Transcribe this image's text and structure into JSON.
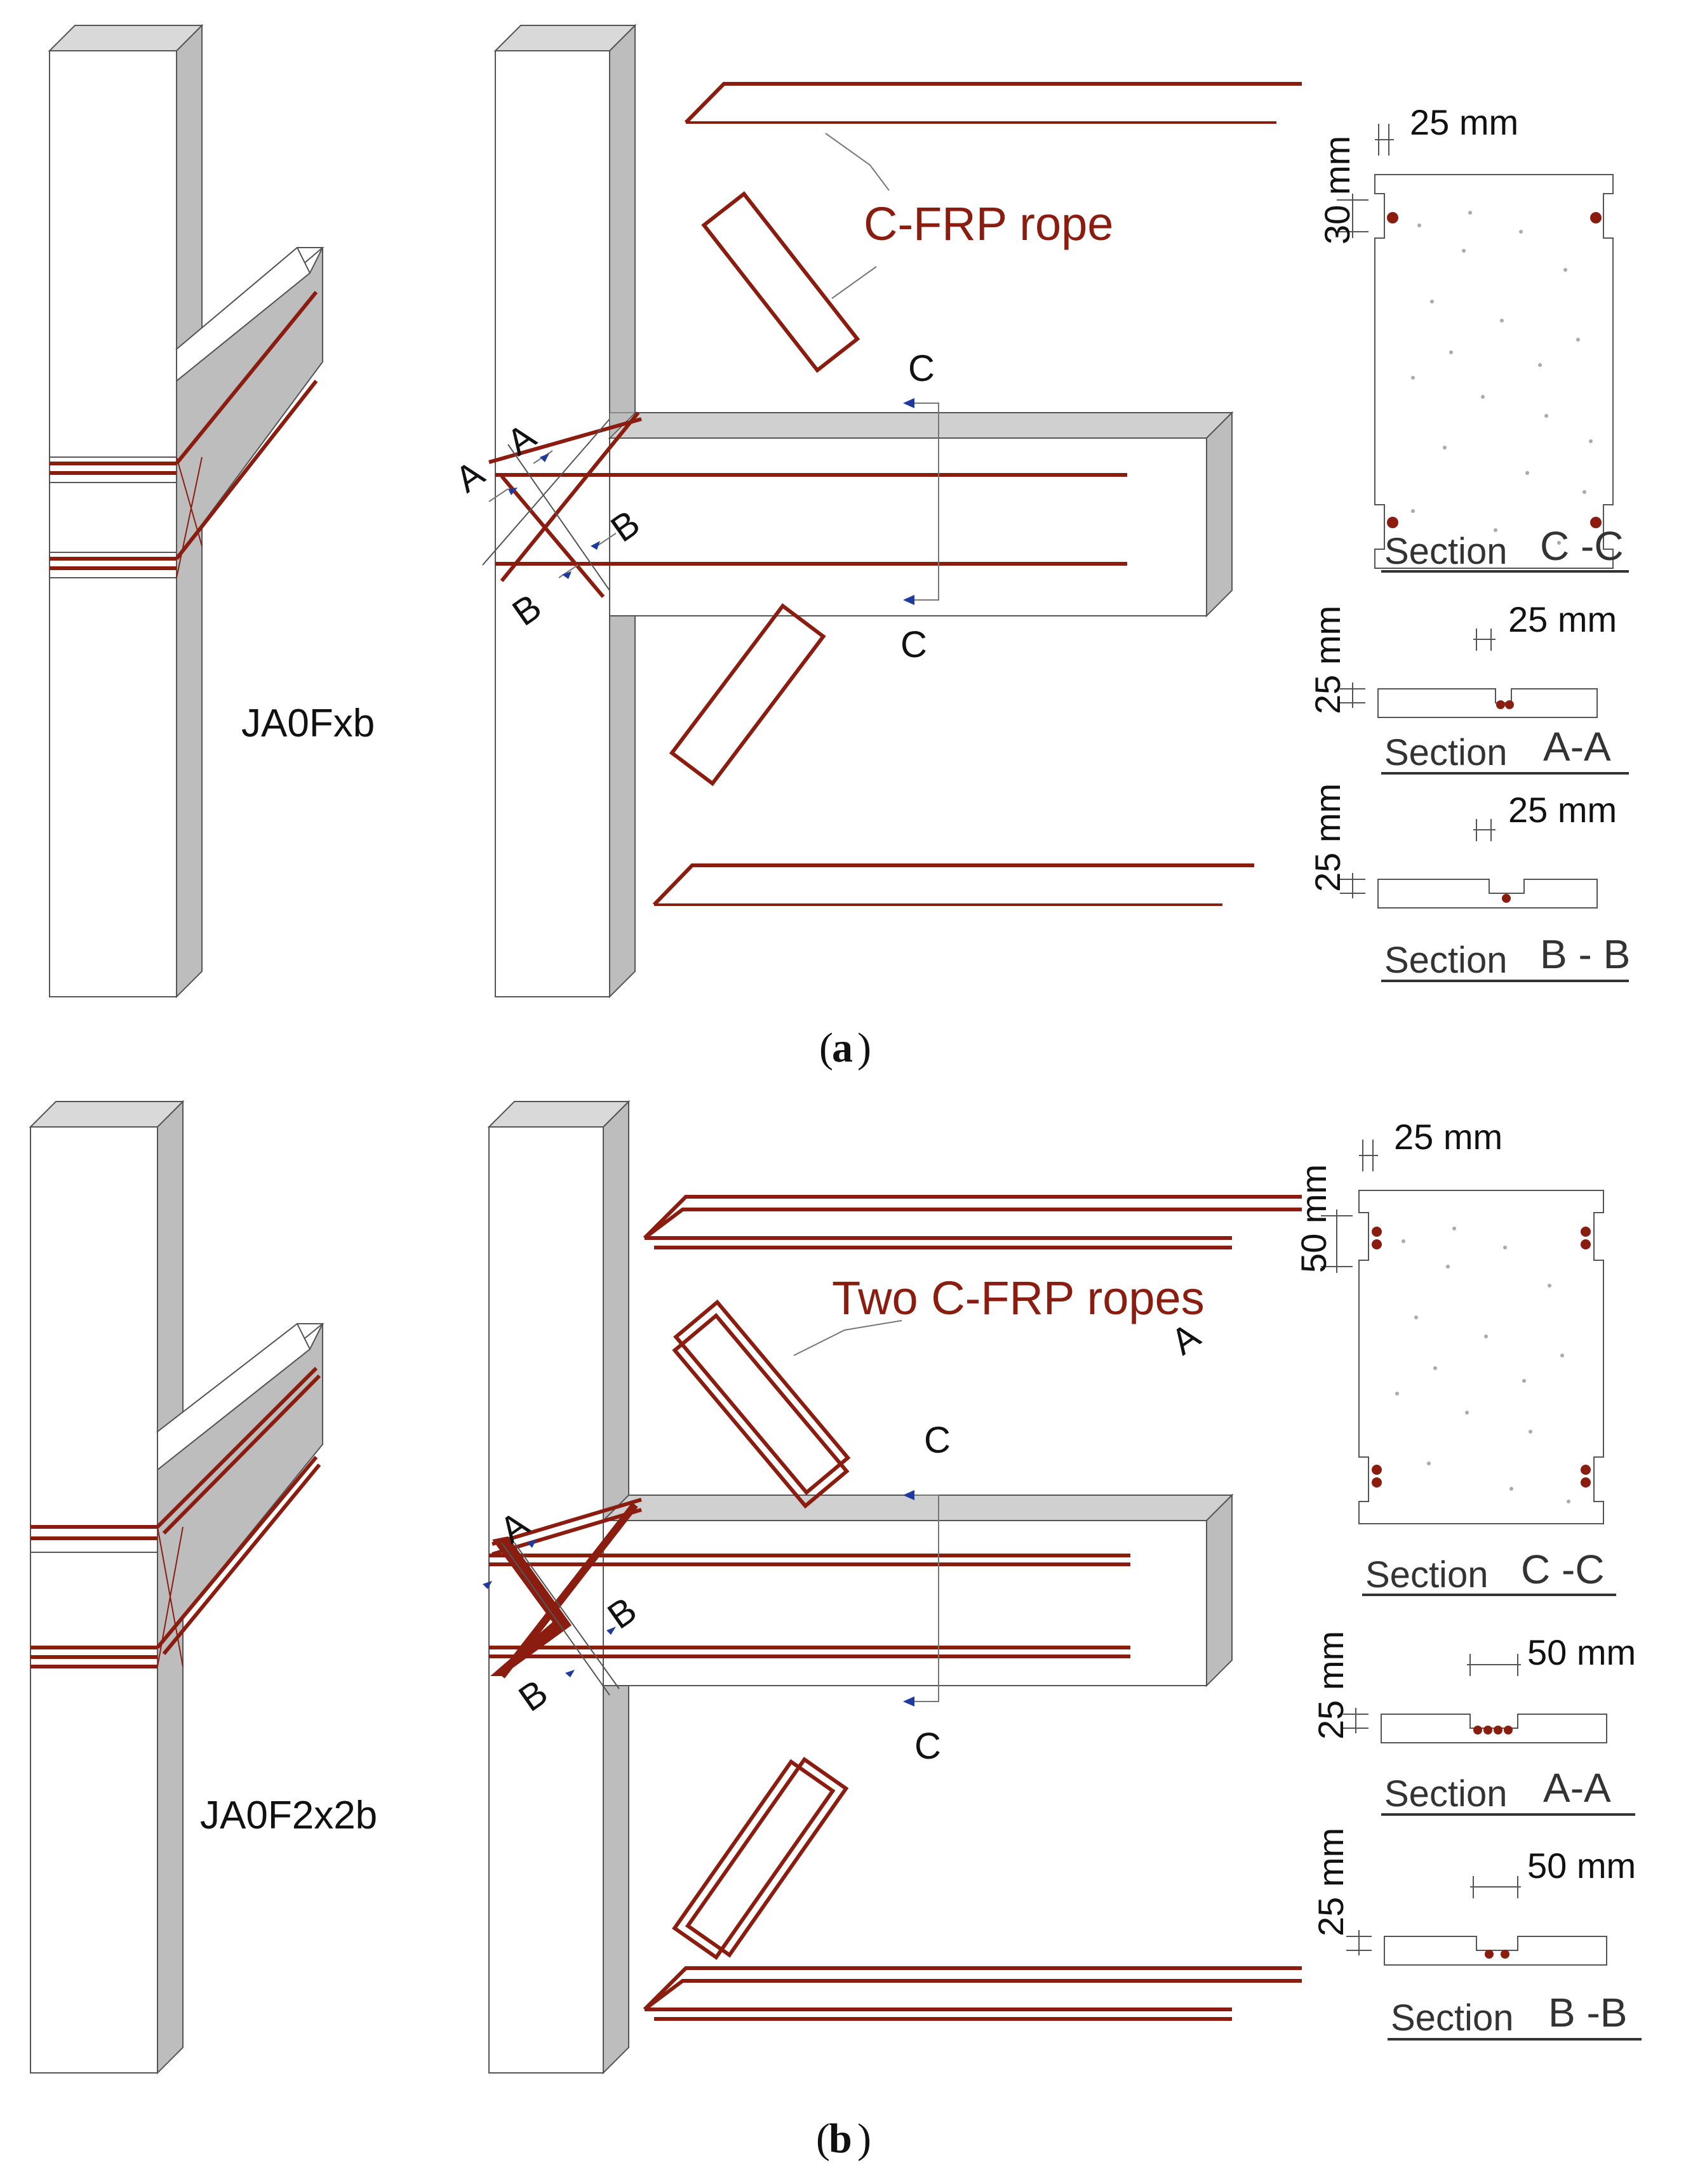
{
  "colors": {
    "rope": "#8a1d10",
    "concrete_face": "#ffffff",
    "concrete_side": "#b9b9b9",
    "outline": "#555555",
    "arrow": "#1f3a9a"
  },
  "panel_a": {
    "caption_letter": "a",
    "specimen": "JA0Fxb",
    "rope_label": "C-FRP rope",
    "cut_labels": {
      "a1": "A",
      "a2": "A",
      "b1": "B",
      "b2": "B",
      "c1": "C",
      "c2": "C"
    },
    "section_cc": {
      "title_word": "Section",
      "title_mark": "C -C",
      "dim_width": "25 mm",
      "dim_height": "30 mm"
    },
    "section_aa": {
      "title_word": "Section",
      "title_mark": "A-A",
      "dim_width": "25 mm",
      "dim_height": "25 mm"
    },
    "section_bb": {
      "title_word": "Section",
      "title_mark": "B - B",
      "dim_width": "25 mm",
      "dim_height": "25 mm"
    }
  },
  "panel_b": {
    "caption_letter": "b",
    "specimen": "JA0F2x2b",
    "rope_label": "Two C-FRP ropes",
    "cut_labels": {
      "a1": "A",
      "a2": "A",
      "b1": "B",
      "b2": "B",
      "c1": "C",
      "c2": "C"
    },
    "section_cc": {
      "title_word": "Section",
      "title_mark": "C -C",
      "dim_width": "25 mm",
      "dim_height": "50 mm"
    },
    "section_aa": {
      "title_word": "Section",
      "title_mark": "A-A",
      "dim_width": "50 mm",
      "dim_height": "25 mm"
    },
    "section_bb": {
      "title_word": "Section",
      "title_mark": "B -B",
      "dim_width": "50 mm",
      "dim_height": "25 mm"
    }
  }
}
